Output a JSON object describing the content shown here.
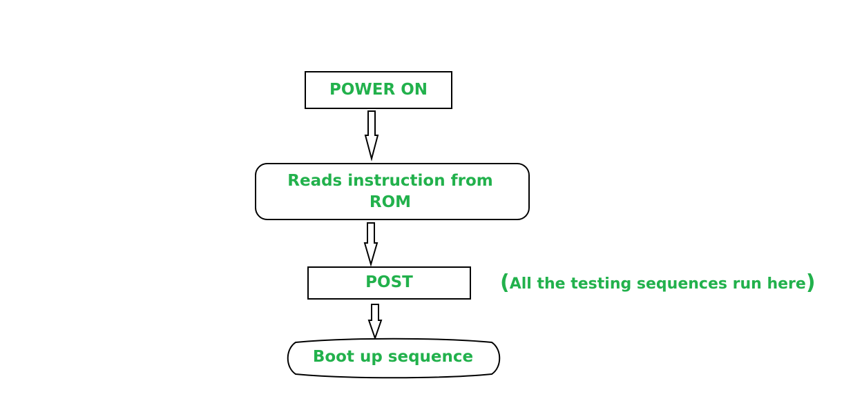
{
  "diagram": {
    "nodes": [
      {
        "id": "power",
        "label": "POWER ON"
      },
      {
        "id": "reads",
        "label": "Reads instruction from ROM"
      },
      {
        "id": "post",
        "label": "POST"
      },
      {
        "id": "boot",
        "label": "Boot up sequence"
      }
    ],
    "edges": [
      {
        "from": "power",
        "to": "reads"
      },
      {
        "from": "reads",
        "to": "post"
      },
      {
        "from": "post",
        "to": "boot"
      }
    ],
    "annotation": {
      "open": "(",
      "text": "All the testing sequences run here",
      "close": ")"
    },
    "colors": {
      "text": "#22b14c",
      "stroke": "#000000",
      "background": "#ffffff"
    }
  }
}
